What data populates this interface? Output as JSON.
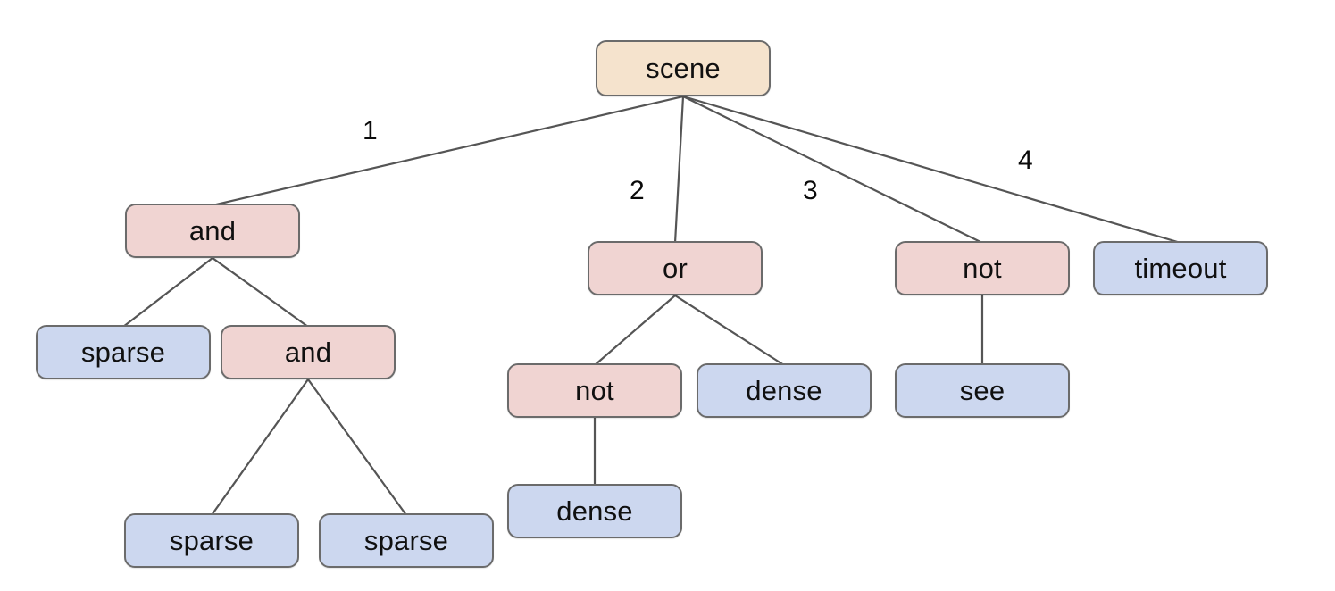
{
  "diagram": {
    "title": "scene-parse-tree",
    "background_color": "#ffffff",
    "colors": {
      "root_fill": "#f5e3cd",
      "operator_fill": "#f0d4d2",
      "leaf_fill": "#ccd7ef",
      "node_border": "#6b6b6b",
      "edge_stroke": "#555555",
      "text": "#101010"
    }
  },
  "nodes": {
    "root": {
      "label": "scene",
      "kind": "root"
    },
    "and_1": {
      "label": "and",
      "kind": "operator"
    },
    "sparse_1": {
      "label": "sparse",
      "kind": "leaf"
    },
    "and_2": {
      "label": "and",
      "kind": "operator"
    },
    "sparse_2": {
      "label": "sparse",
      "kind": "leaf"
    },
    "sparse_3": {
      "label": "sparse",
      "kind": "leaf"
    },
    "or_1": {
      "label": "or",
      "kind": "operator"
    },
    "not_1": {
      "label": "not",
      "kind": "operator"
    },
    "dense_1": {
      "label": "dense",
      "kind": "leaf"
    },
    "dense_2": {
      "label": "dense",
      "kind": "leaf"
    },
    "not_2": {
      "label": "not",
      "kind": "operator"
    },
    "see_1": {
      "label": "see",
      "kind": "leaf"
    },
    "timeout_1": {
      "label": "timeout",
      "kind": "leaf"
    }
  },
  "edge_labels": {
    "branch_1": "1",
    "branch_2": "2",
    "branch_3": "3",
    "branch_4": "4"
  }
}
